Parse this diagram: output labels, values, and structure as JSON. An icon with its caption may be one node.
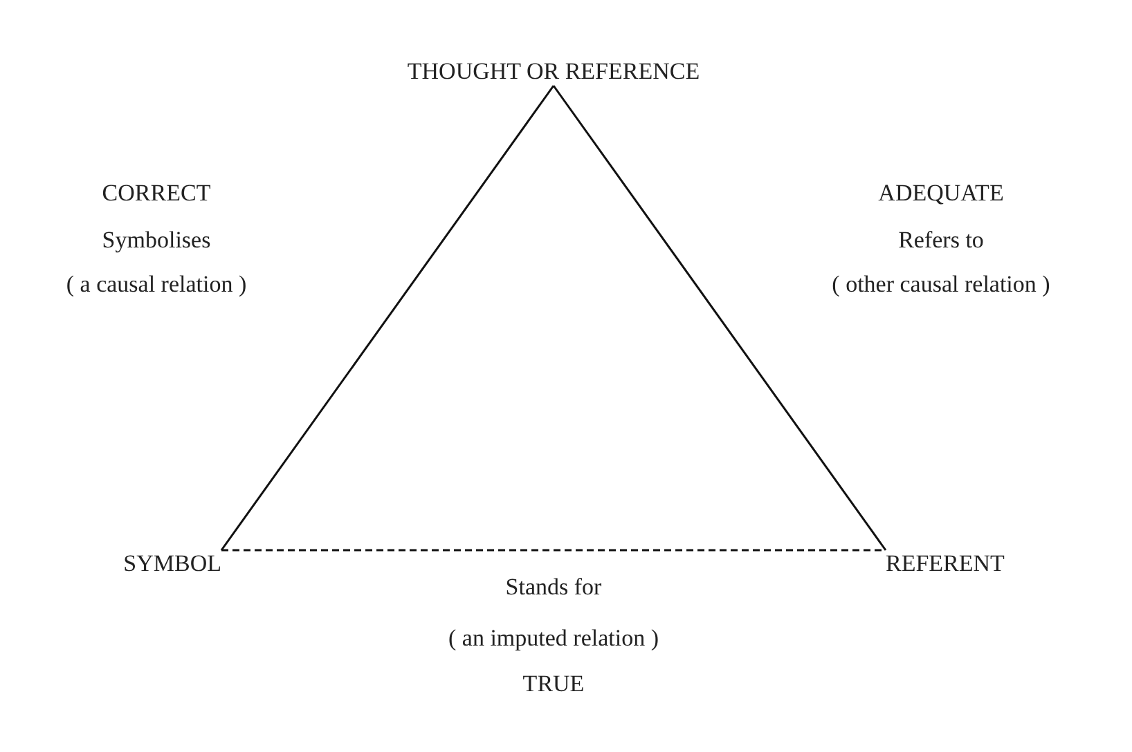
{
  "diagram": {
    "nodes": [
      {
        "text": [
          "THOUGHT OR REFERENCE"
        ]
      },
      {
        "text": [
          "SYMBOL"
        ]
      },
      {
        "text": [
          "REFERENT"
        ]
      }
    ],
    "edges": [
      {
        "from": 1,
        "to": 0,
        "arrow": "none"
      },
      {
        "from": 0,
        "to": 2,
        "arrow": "none"
      },
      {
        "from": 1,
        "to": 2,
        "arrow": "none",
        "style": "dashed"
      }
    ],
    "labels": [
      "CORRECT",
      "Symbolises",
      "( a causal relation )",
      "ADEQUATE",
      "Refers to",
      "( other causal relation )",
      "Stands for",
      "( an imputed relation )",
      "TRUE"
    ]
  }
}
